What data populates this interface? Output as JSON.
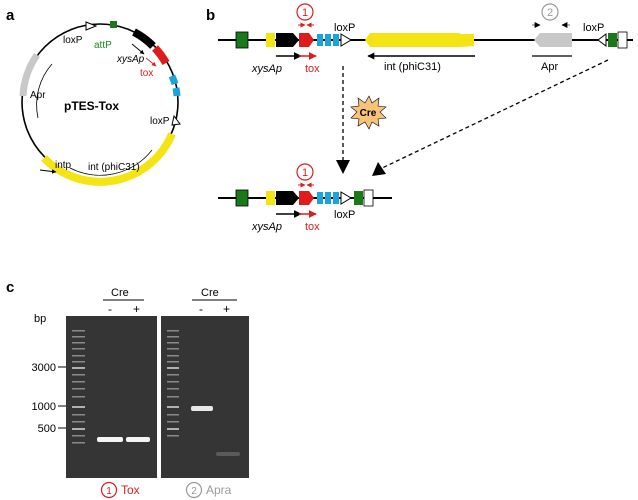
{
  "colors": {
    "green": "#1a7a1a",
    "black": "#000000",
    "red": "#e01b1b",
    "blue": "#1aa3dd",
    "yellow": "#f4e414",
    "gray": "#c8c8c8",
    "gray_label": "#9a9a9a",
    "cre_fill": "#f7c27a",
    "gel_bg": "#3a3a3a",
    "band": "#ffffff"
  },
  "panel_a": {
    "label": "a",
    "plasmid_name": "pTES-Tox",
    "labels": {
      "loxp_top": "loxP",
      "attp": "attP",
      "xysap": "xysAp",
      "tox": "tox",
      "loxp_right": "loxP",
      "apr": "Apr",
      "intp": "intp",
      "int": "int (phiC31)"
    }
  },
  "panel_b": {
    "label": "b",
    "circle_1": "1",
    "circle_2": "2",
    "loxp_1": "loxP",
    "loxp_2": "loxP",
    "loxp_3": "loxP",
    "xysap_1": "xysAp",
    "xysap_2": "xysAp",
    "tox_1": "tox",
    "tox_2": "tox",
    "int_label": "int (phiC31)",
    "apr_label": "Apr",
    "cre": "Cre"
  },
  "panel_c": {
    "label": "c",
    "bp_label": "bp",
    "markers": [
      "3000",
      "1000",
      "500"
    ],
    "gel_1": {
      "header": "Cre",
      "minus": "-",
      "plus": "+",
      "circle": "1",
      "name": "Tox"
    },
    "gel_2": {
      "header": "Cre",
      "minus": "-",
      "plus": "+",
      "circle": "2",
      "name": "Apra"
    }
  }
}
